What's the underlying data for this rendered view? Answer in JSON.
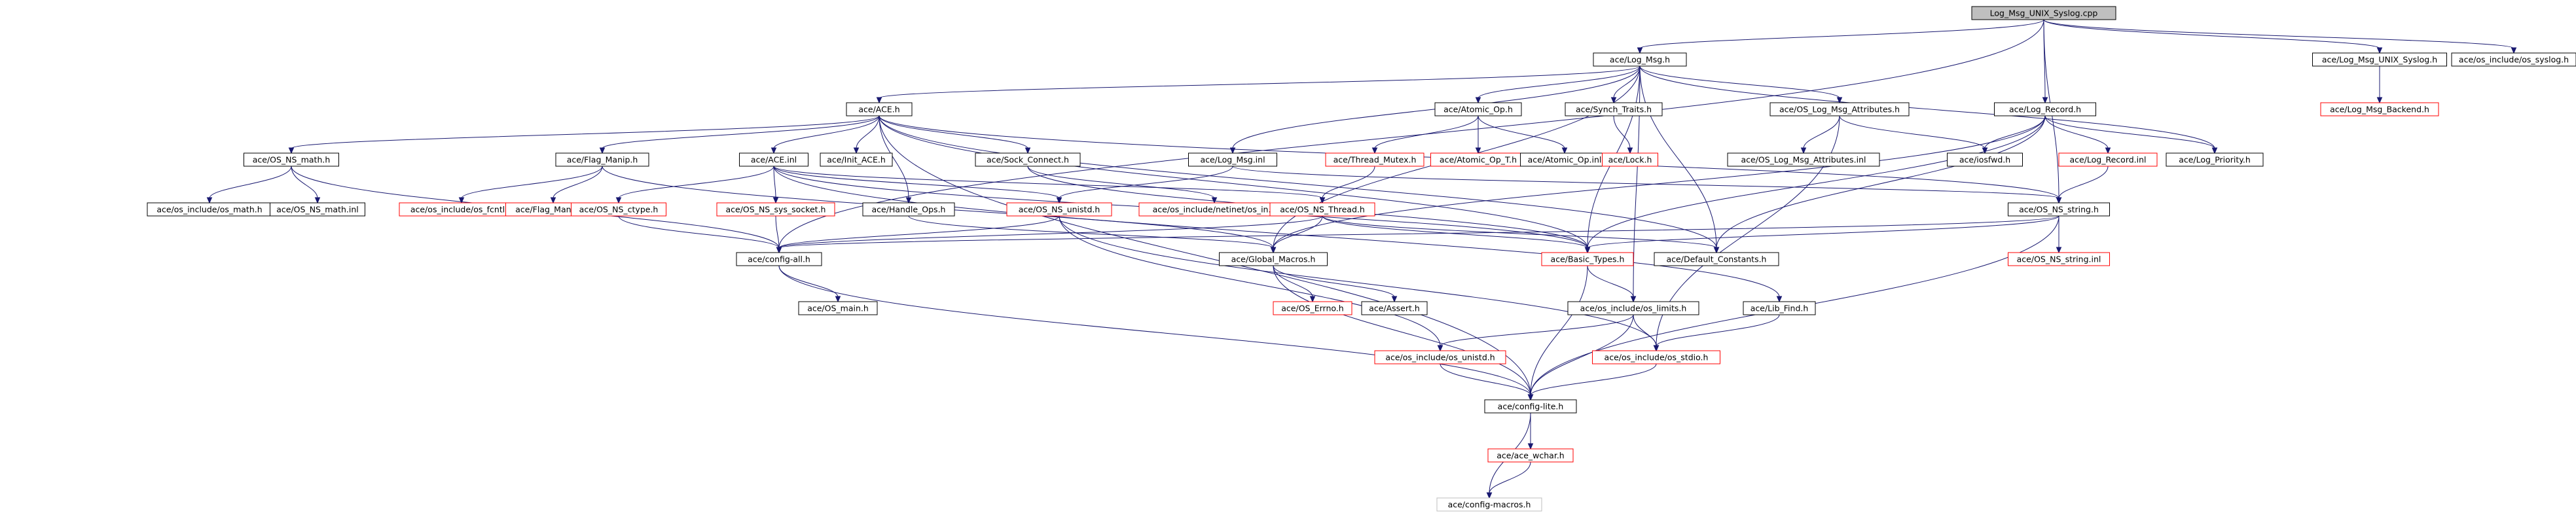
{
  "graph": {
    "nodes": [
      {
        "id": "root",
        "label": "Log_Msg_UNIX_Syslog.cpp",
        "kind": "root"
      },
      {
        "id": "logmsg_h",
        "label": "ace/Log_Msg.h",
        "kind": "normal"
      },
      {
        "id": "unix_syslog_h",
        "label": "ace/Log_Msg_UNIX_Syslog.h",
        "kind": "normal"
      },
      {
        "id": "os_syslog_h",
        "label": "ace/os_include/os_syslog.h",
        "kind": "normal"
      },
      {
        "id": "log_record_h",
        "label": "ace/Log_Record.h",
        "kind": "normal"
      },
      {
        "id": "backend_h",
        "label": "ace/Log_Msg_Backend.h",
        "kind": "missing"
      },
      {
        "id": "ace_h",
        "label": "ace/ACE.h",
        "kind": "normal"
      },
      {
        "id": "atomic_op_h",
        "label": "ace/Atomic_Op.h",
        "kind": "normal"
      },
      {
        "id": "synch_traits_h",
        "label": "ace/Synch_Traits.h",
        "kind": "normal"
      },
      {
        "id": "os_log_attr_h",
        "label": "ace/OS_Log_Msg_Attributes.h",
        "kind": "normal"
      },
      {
        "id": "os_ns_math_h",
        "label": "ace/OS_NS_math.h",
        "kind": "normal"
      },
      {
        "id": "flag_manip_h",
        "label": "ace/Flag_Manip.h",
        "kind": "normal"
      },
      {
        "id": "ace_inl",
        "label": "ace/ACE.inl",
        "kind": "normal"
      },
      {
        "id": "init_ace_h",
        "label": "ace/Init_ACE.h",
        "kind": "normal"
      },
      {
        "id": "sock_connect_h",
        "label": "ace/Sock_Connect.h",
        "kind": "normal"
      },
      {
        "id": "log_msg_inl",
        "label": "ace/Log_Msg.inl",
        "kind": "normal"
      },
      {
        "id": "thread_mutex_h",
        "label": "ace/Thread_Mutex.h",
        "kind": "missing"
      },
      {
        "id": "atomic_op_t_h",
        "label": "ace/Atomic_Op_T.h",
        "kind": "missing"
      },
      {
        "id": "atomic_op_inl",
        "label": "ace/Atomic_Op.inl",
        "kind": "normal"
      },
      {
        "id": "lock_h",
        "label": "ace/Lock.h",
        "kind": "missing"
      },
      {
        "id": "os_log_attr_inl",
        "label": "ace/OS_Log_Msg_Attributes.inl",
        "kind": "normal"
      },
      {
        "id": "iosfwd_h",
        "label": "ace/iosfwd.h",
        "kind": "normal"
      },
      {
        "id": "log_record_inl",
        "label": "ace/Log_Record.inl",
        "kind": "missing"
      },
      {
        "id": "log_priority_h",
        "label": "ace/Log_Priority.h",
        "kind": "normal"
      },
      {
        "id": "os_math_h",
        "label": "ace/os_include/os_math.h",
        "kind": "normal"
      },
      {
        "id": "os_ns_math_inl",
        "label": "ace/OS_NS_math.inl",
        "kind": "normal"
      },
      {
        "id": "os_fcntl_h",
        "label": "ace/os_include/os_fcntl.h",
        "kind": "missing"
      },
      {
        "id": "flag_manip_inl",
        "label": "ace/Flag_Manip.inl",
        "kind": "missing"
      },
      {
        "id": "os_ns_ctype_h",
        "label": "ace/OS_NS_ctype.h",
        "kind": "missing"
      },
      {
        "id": "os_ns_sys_socket_h",
        "label": "ace/OS_NS_sys_socket.h",
        "kind": "missing"
      },
      {
        "id": "handle_ops_h",
        "label": "ace/Handle_Ops.h",
        "kind": "normal"
      },
      {
        "id": "os_ns_unistd_h",
        "label": "ace/OS_NS_unistd.h",
        "kind": "missing"
      },
      {
        "id": "netinet_in_h",
        "label": "ace/os_include/netinet/os_in.h",
        "kind": "missing"
      },
      {
        "id": "os_ns_thread_h",
        "label": "ace/OS_NS_Thread.h",
        "kind": "missing"
      },
      {
        "id": "os_ns_string_h",
        "label": "ace/OS_NS_string.h",
        "kind": "normal"
      },
      {
        "id": "os_ns_string_inl",
        "label": "ace/OS_NS_string.inl",
        "kind": "missing"
      },
      {
        "id": "config_all_h",
        "label": "ace/config-all.h",
        "kind": "normal"
      },
      {
        "id": "global_macros_h",
        "label": "ace/Global_Macros.h",
        "kind": "normal"
      },
      {
        "id": "basic_types_h",
        "label": "ace/Basic_Types.h",
        "kind": "missing"
      },
      {
        "id": "default_constants_h",
        "label": "ace/Default_Constants.h",
        "kind": "normal"
      },
      {
        "id": "os_main_h",
        "label": "ace/OS_main.h",
        "kind": "normal"
      },
      {
        "id": "os_errno_h",
        "label": "ace/OS_Errno.h",
        "kind": "missing"
      },
      {
        "id": "assert_h",
        "label": "ace/Assert.h",
        "kind": "normal"
      },
      {
        "id": "os_limits_h",
        "label": "ace/os_include/os_limits.h",
        "kind": "normal"
      },
      {
        "id": "lib_find_h",
        "label": "ace/Lib_Find.h",
        "kind": "normal"
      },
      {
        "id": "os_unistd_h",
        "label": "ace/os_include/os_unistd.h",
        "kind": "missing"
      },
      {
        "id": "os_stdio_h",
        "label": "ace/os_include/os_stdio.h",
        "kind": "missing"
      },
      {
        "id": "config_lite_h",
        "label": "ace/config-lite.h",
        "kind": "normal"
      },
      {
        "id": "ace_wchar_h",
        "label": "ace/ace_wchar.h",
        "kind": "missing"
      },
      {
        "id": "config_macros_h",
        "label": "ace/config-macros.h",
        "kind": "grey"
      }
    ],
    "edges": [
      [
        "root",
        "logmsg_h"
      ],
      [
        "root",
        "unix_syslog_h"
      ],
      [
        "root",
        "os_syslog_h"
      ],
      [
        "root",
        "log_record_h"
      ],
      [
        "root",
        "os_ns_string_h"
      ],
      [
        "root",
        "config_all_h"
      ],
      [
        "unix_syslog_h",
        "backend_h"
      ],
      [
        "logmsg_h",
        "ace_h"
      ],
      [
        "logmsg_h",
        "atomic_op_h"
      ],
      [
        "logmsg_h",
        "synch_traits_h"
      ],
      [
        "logmsg_h",
        "os_log_attr_h"
      ],
      [
        "logmsg_h",
        "log_msg_inl"
      ],
      [
        "logmsg_h",
        "log_priority_h"
      ],
      [
        "logmsg_h",
        "default_constants_h"
      ],
      [
        "logmsg_h",
        "os_limits_h"
      ],
      [
        "logmsg_h",
        "global_macros_h"
      ],
      [
        "logmsg_h",
        "basic_types_h"
      ],
      [
        "log_record_h",
        "iosfwd_h"
      ],
      [
        "log_record_h",
        "log_record_inl"
      ],
      [
        "log_record_h",
        "log_priority_h"
      ],
      [
        "log_record_h",
        "default_constants_h"
      ],
      [
        "log_record_h",
        "basic_types_h"
      ],
      [
        "log_record_h",
        "global_macros_h"
      ],
      [
        "ace_h",
        "os_ns_math_h"
      ],
      [
        "ace_h",
        "flag_manip_h"
      ],
      [
        "ace_h",
        "ace_inl"
      ],
      [
        "ace_h",
        "init_ace_h"
      ],
      [
        "ace_h",
        "sock_connect_h"
      ],
      [
        "ace_h",
        "handle_ops_h"
      ],
      [
        "ace_h",
        "basic_types_h"
      ],
      [
        "ace_h",
        "default_constants_h"
      ],
      [
        "ace_h",
        "config_lite_h"
      ],
      [
        "ace_h",
        "os_ns_string_h"
      ],
      [
        "atomic_op_h",
        "thread_mutex_h"
      ],
      [
        "atomic_op_h",
        "atomic_op_t_h"
      ],
      [
        "atomic_op_h",
        "atomic_op_inl"
      ],
      [
        "synch_traits_h",
        "lock_h"
      ],
      [
        "os_log_attr_h",
        "os_log_attr_inl"
      ],
      [
        "os_log_attr_h",
        "iosfwd_h"
      ],
      [
        "os_log_attr_h",
        "os_stdio_h"
      ],
      [
        "os_ns_math_h",
        "os_math_h"
      ],
      [
        "os_ns_math_h",
        "os_ns_math_inl"
      ],
      [
        "os_ns_math_h",
        "config_all_h"
      ],
      [
        "flag_manip_h",
        "os_fcntl_h"
      ],
      [
        "flag_manip_h",
        "flag_manip_inl"
      ],
      [
        "flag_manip_h",
        "global_macros_h"
      ],
      [
        "ace_inl",
        "os_ns_ctype_h"
      ],
      [
        "ace_inl",
        "os_ns_sys_socket_h"
      ],
      [
        "ace_inl",
        "os_ns_unistd_h"
      ],
      [
        "ace_inl",
        "os_ns_thread_h"
      ],
      [
        "ace_inl",
        "lib_find_h"
      ],
      [
        "ace_inl",
        "basic_types_h"
      ],
      [
        "sock_connect_h",
        "netinet_in_h"
      ],
      [
        "sock_connect_h",
        "basic_types_h"
      ],
      [
        "log_msg_inl",
        "os_ns_unistd_h"
      ],
      [
        "log_msg_inl",
        "os_ns_string_h"
      ],
      [
        "thread_mutex_h",
        "os_ns_thread_h"
      ],
      [
        "log_record_inl",
        "os_ns_string_h"
      ],
      [
        "os_ns_string_h",
        "os_ns_string_inl"
      ],
      [
        "os_ns_string_h",
        "basic_types_h"
      ],
      [
        "os_ns_string_h",
        "config_all_h"
      ],
      [
        "os_ns_string_h",
        "config_lite_h"
      ],
      [
        "os_ns_ctype_h",
        "config_all_h"
      ],
      [
        "os_ns_sys_socket_h",
        "config_all_h"
      ],
      [
        "handle_ops_h",
        "global_macros_h"
      ],
      [
        "os_ns_unistd_h",
        "config_all_h"
      ],
      [
        "os_ns_unistd_h",
        "os_unistd_h"
      ],
      [
        "os_ns_unistd_h",
        "os_stdio_h"
      ],
      [
        "os_ns_thread_h",
        "global_macros_h"
      ],
      [
        "os_ns_thread_h",
        "basic_types_h"
      ],
      [
        "os_ns_thread_h",
        "default_constants_h"
      ],
      [
        "os_ns_thread_h",
        "config_all_h"
      ],
      [
        "config_all_h",
        "os_main_h"
      ],
      [
        "config_all_h",
        "config_lite_h"
      ],
      [
        "global_macros_h",
        "os_errno_h"
      ],
      [
        "global_macros_h",
        "assert_h"
      ],
      [
        "global_macros_h",
        "config_lite_h"
      ],
      [
        "basic_types_h",
        "os_limits_h"
      ],
      [
        "basic_types_h",
        "config_lite_h"
      ],
      [
        "os_limits_h",
        "os_unistd_h"
      ],
      [
        "os_limits_h",
        "os_stdio_h"
      ],
      [
        "os_limits_h",
        "config_lite_h"
      ],
      [
        "lib_find_h",
        "os_stdio_h"
      ],
      [
        "os_unistd_h",
        "config_lite_h"
      ],
      [
        "os_stdio_h",
        "config_lite_h"
      ],
      [
        "config_lite_h",
        "ace_wchar_h"
      ],
      [
        "config_lite_h",
        "config_macros_h"
      ],
      [
        "ace_wchar_h",
        "config_macros_h"
      ]
    ]
  },
  "colors": {
    "edge": "#191970",
    "node_border": "#000000",
    "missing_border": "#ff0000",
    "grey_border": "#bfbfbf",
    "root_fill": "#bfbfbf"
  }
}
